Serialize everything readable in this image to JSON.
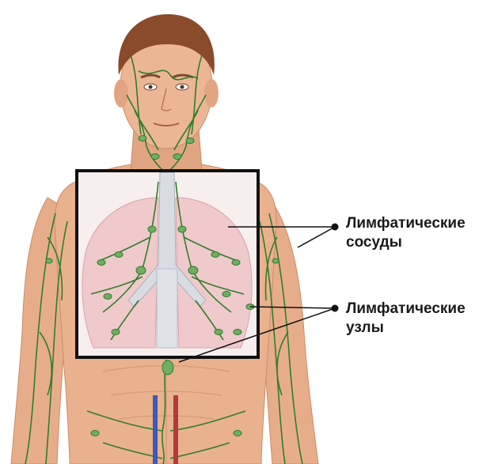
{
  "labels": {
    "lymph_vessels": {
      "line1": "Лимфатические",
      "line2": "сосуды"
    },
    "lymph_nodes": {
      "line1": "Лимфатические",
      "line2": "узлы"
    }
  },
  "colors": {
    "skin": "#e9b08e",
    "skin_shadow": "#cf8f6b",
    "hair": "#8a4a2c",
    "lymph": "#2f7d2c",
    "lymph_node": "#6fae62",
    "lung": "#f0c9cc",
    "trachea": "#d9dde3",
    "frame": "#111111",
    "pointer": "#111111"
  },
  "icons": [
    "lymph-node-icon",
    "pointer-dot-icon"
  ]
}
